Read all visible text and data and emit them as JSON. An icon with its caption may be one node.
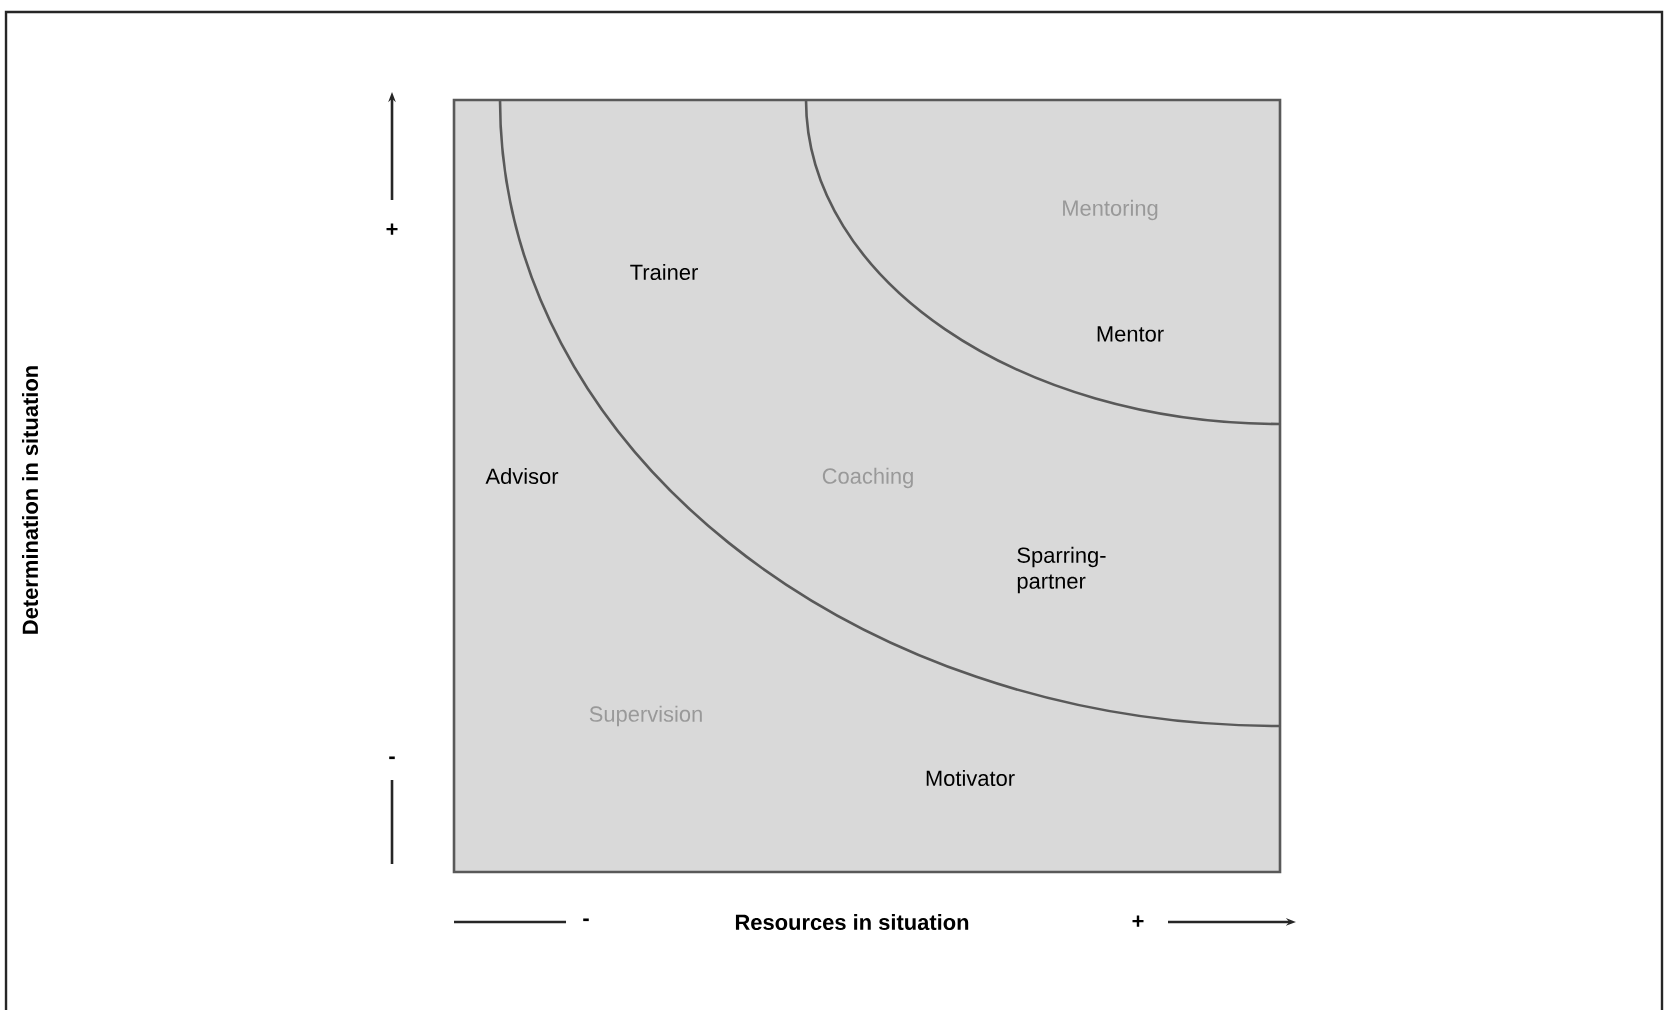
{
  "diagram": {
    "labels": [
      "Mentoring",
      "Trainer",
      "Mentor",
      "Advisor",
      "Coaching",
      "Sparring-partner",
      "Supervision",
      "Motivator",
      "+",
      "Determination in situation",
      "-",
      "-",
      "Resources in situation",
      "+"
    ]
  }
}
